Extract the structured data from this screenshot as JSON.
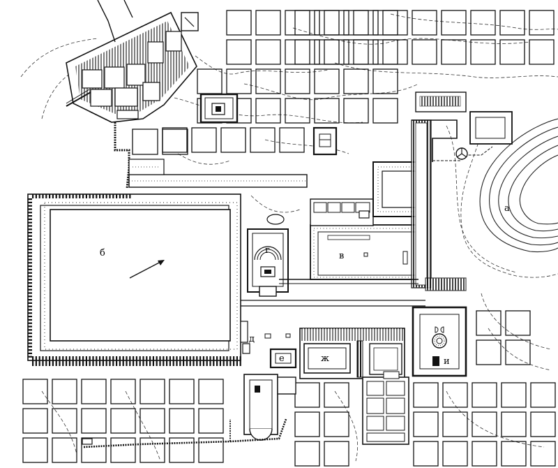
{
  "labels": {
    "a": "а",
    "b": "б",
    "v": "в",
    "g": "г",
    "d": "д",
    "e": "е",
    "zh": "ж",
    "i": "и"
  },
  "colors": {
    "ink": "#1a1a1a",
    "paper": "#ffffff"
  },
  "icons": {
    "north": "north-arrow-icon",
    "compass": "wheel-icon"
  }
}
